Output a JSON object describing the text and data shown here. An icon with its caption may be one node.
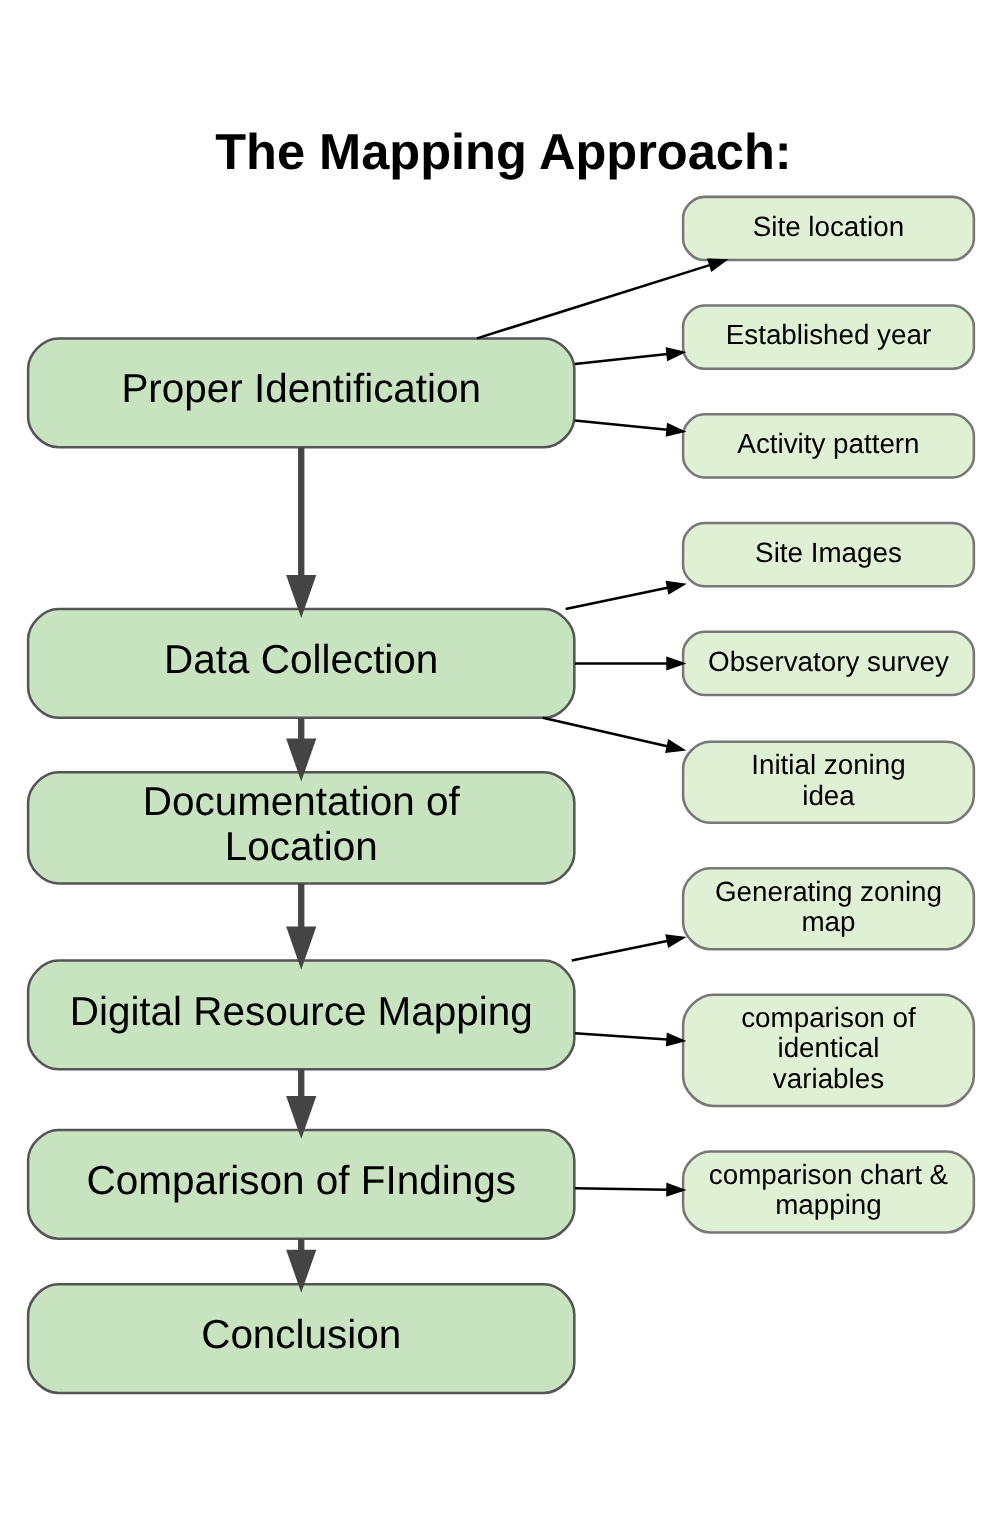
{
  "diagram": {
    "title": "The Mapping Approach:",
    "nodes": [
      {
        "text": [
          "Proper Identification"
        ]
      },
      {
        "text": [
          "Site location"
        ]
      },
      {
        "text": [
          "Established year"
        ]
      },
      {
        "text": [
          "Activity pattern"
        ]
      },
      {
        "text": [
          "Data Collection"
        ]
      },
      {
        "text": [
          "Site Images"
        ]
      },
      {
        "text": [
          "Observatory survey"
        ]
      },
      {
        "text": [
          "Initial zoning idea"
        ]
      },
      {
        "text": [
          "Documentation of Location"
        ]
      },
      {
        "text": [
          "Digital Resource Mapping"
        ]
      },
      {
        "text": [
          "Generating zoning map"
        ]
      },
      {
        "text": [
          "comparison of identical variables"
        ]
      },
      {
        "text": [
          "Comparison of FIndings"
        ]
      },
      {
        "text": [
          "comparison chart & mapping"
        ]
      },
      {
        "text": [
          "Conclusion"
        ]
      }
    ],
    "edges": [
      {
        "from": 0,
        "to": 1,
        "arrow": "to"
      },
      {
        "from": 0,
        "to": 2,
        "arrow": "to"
      },
      {
        "from": 0,
        "to": 3,
        "arrow": "to"
      },
      {
        "from": 0,
        "to": 4,
        "arrow": "to",
        "style": "thick",
        "color": "#444444"
      },
      {
        "from": 4,
        "to": 5,
        "arrow": "to"
      },
      {
        "from": 4,
        "to": 6,
        "arrow": "to"
      },
      {
        "from": 4,
        "to": 7,
        "arrow": "to"
      },
      {
        "from": 4,
        "to": 8,
        "arrow": "to",
        "style": "thick",
        "color": "#444444"
      },
      {
        "from": 8,
        "to": 9,
        "arrow": "to",
        "style": "thick",
        "color": "#444444"
      },
      {
        "from": 9,
        "to": 10,
        "arrow": "to"
      },
      {
        "from": 9,
        "to": 11,
        "arrow": "to"
      },
      {
        "from": 9,
        "to": 12,
        "arrow": "to",
        "style": "thick",
        "color": "#444444"
      },
      {
        "from": 12,
        "to": 13,
        "arrow": "to"
      },
      {
        "from": 12,
        "to": 14,
        "arrow": "to",
        "style": "thick",
        "color": "#444444"
      }
    ]
  }
}
